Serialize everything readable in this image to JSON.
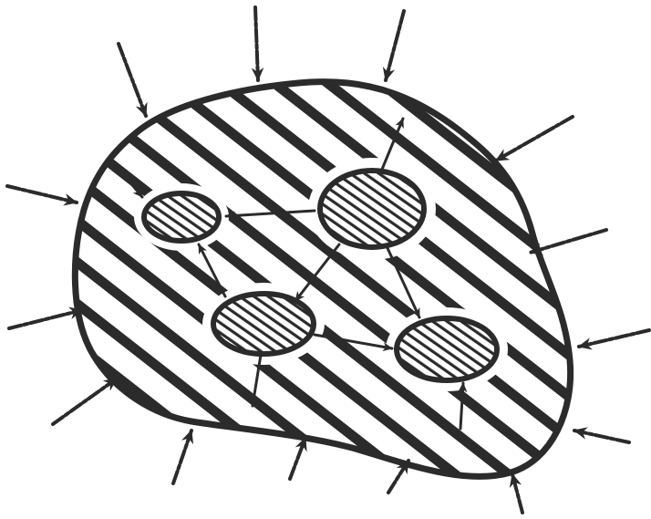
{
  "colors": {
    "ink": "#2b2b2b",
    "background": "#ffffff"
  },
  "diagram": {
    "kind": "hand-drawn sketch",
    "outer_region": {
      "name": "outer-blob",
      "fill": "diagonal-hatch"
    },
    "inner_regions": [
      {
        "name": "node-left",
        "fill": "diagonal-hatch"
      },
      {
        "name": "node-top-right",
        "fill": "diagonal-hatch"
      },
      {
        "name": "node-center",
        "fill": "diagonal-hatch"
      },
      {
        "name": "node-bottom-right",
        "fill": "diagonal-hatch"
      }
    ],
    "internal_arrows": [
      {
        "name": "arrow-topright-to-left",
        "from": "node-top-right",
        "to": "node-left"
      },
      {
        "name": "arrow-topright-to-center",
        "from": "node-top-right",
        "to": "node-center"
      },
      {
        "name": "arrow-topright-to-bottomright",
        "from": "node-top-right",
        "to": "node-bottom-right"
      },
      {
        "name": "arrow-center-to-left",
        "from": "node-center",
        "to": "node-left"
      },
      {
        "name": "arrow-center-to-bottomright",
        "from": "node-center",
        "to": "node-bottom-right"
      },
      {
        "name": "arrow-topright-to-boundary",
        "from": "node-top-right",
        "to": "outer-boundary"
      },
      {
        "name": "arrow-center-to-boundary",
        "from": "node-center",
        "to": "outer-boundary"
      },
      {
        "name": "arrow-boundary-to-bottomright",
        "from": "outer-boundary",
        "to": "node-bottom-right"
      },
      {
        "name": "arrow-boundary-to-left",
        "from": "outer-boundary",
        "to": "node-left"
      }
    ],
    "external_arrow_count": 13
  }
}
